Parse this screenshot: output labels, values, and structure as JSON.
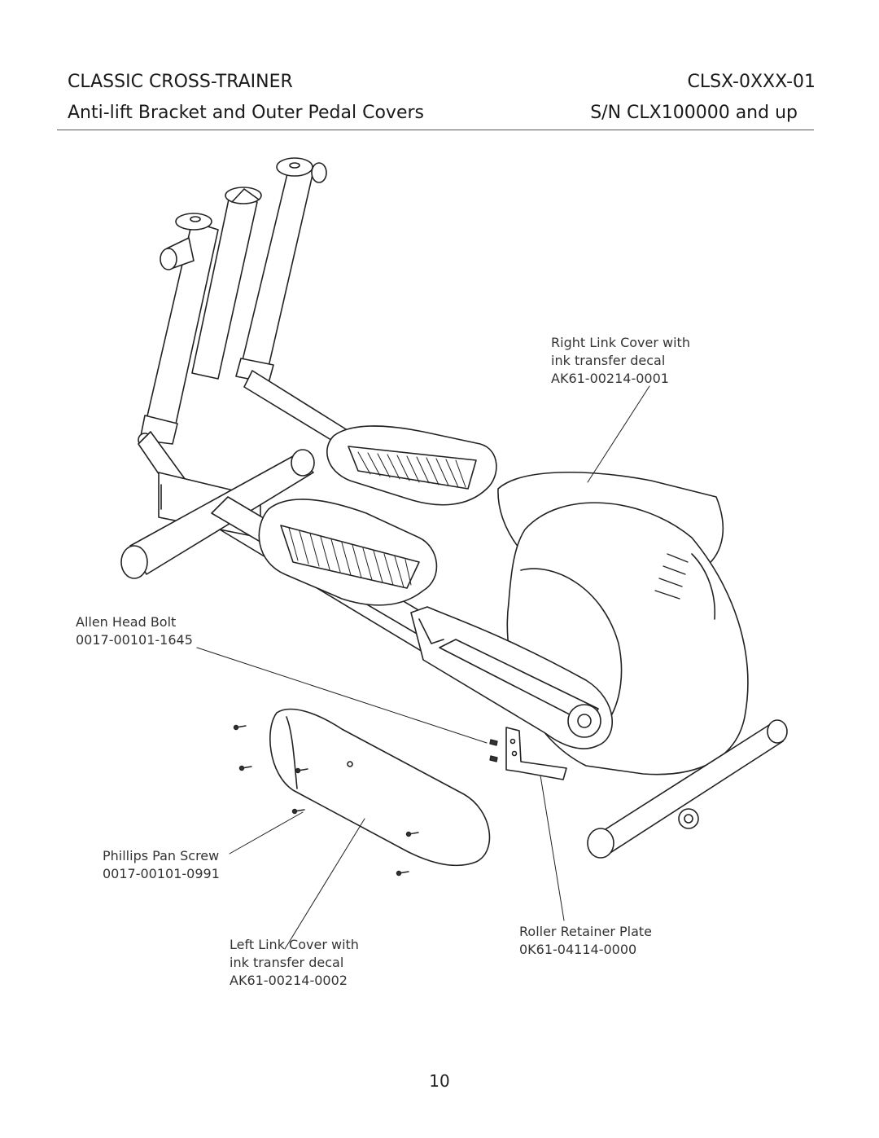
{
  "header": {
    "title": "CLASSIC CROSS-TRAINER",
    "model": "CLSX-0XXX-01",
    "subtitle": "Anti-lift Bracket and Outer Pedal Covers",
    "serial": "S/N CLX100000 and up"
  },
  "callouts": {
    "right_link_cover": {
      "line1": "Right Link Cover with",
      "line2": "ink transfer decal",
      "part_number": "AK61-00214-0001"
    },
    "allen_head_bolt": {
      "line1": "Allen Head Bolt",
      "part_number": "0017-00101-1645"
    },
    "phillips_pan_screw": {
      "line1": "Phillips Pan Screw",
      "part_number": "0017-00101-0991"
    },
    "left_link_cover": {
      "line1": "Left Link Cover with",
      "line2": "ink transfer decal",
      "part_number": "AK61-00214-0002"
    },
    "roller_retainer_plate": {
      "line1": "Roller Retainer Plate",
      "part_number": "0K61-04114-0000"
    }
  },
  "page_number": "10"
}
